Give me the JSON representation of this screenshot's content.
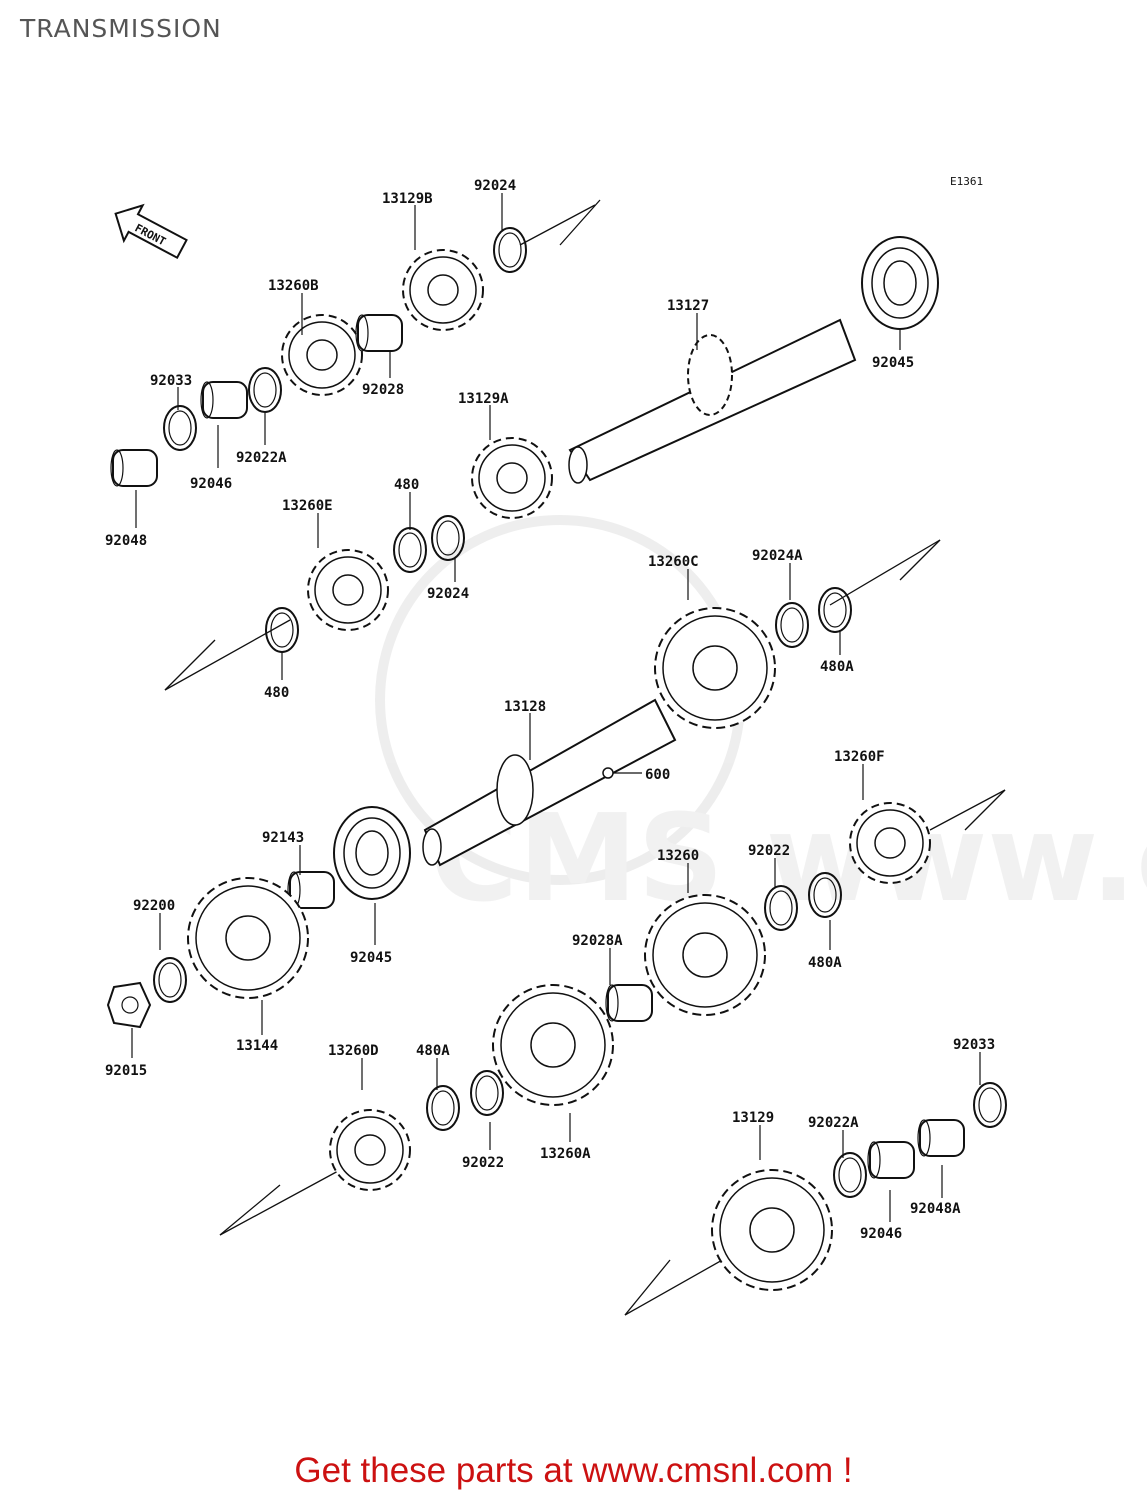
{
  "title": "TRANSMISSION",
  "diagram_code": "E1361",
  "front_label": "FRONT",
  "watermark": "CMS www.cmsnl.com",
  "footer_cta": "Get these parts at www.cmsnl.com !",
  "colors": {
    "line": "#111111",
    "cta": "#cc1111",
    "title": "#555555",
    "watermark": "#dddddd"
  },
  "parts": [
    {
      "id": "p-13129B",
      "label": "13129B"
    },
    {
      "id": "p-92024-top",
      "label": "92024"
    },
    {
      "id": "p-13260B",
      "label": "13260B"
    },
    {
      "id": "p-13127",
      "label": "13127"
    },
    {
      "id": "p-92045-top",
      "label": "92045"
    },
    {
      "id": "p-92033-top",
      "label": "92033"
    },
    {
      "id": "p-92028",
      "label": "92028"
    },
    {
      "id": "p-13129A",
      "label": "13129A"
    },
    {
      "id": "p-92022A-top",
      "label": "92022A"
    },
    {
      "id": "p-92046-top",
      "label": "92046"
    },
    {
      "id": "p-92048",
      "label": "92048"
    },
    {
      "id": "p-13260E",
      "label": "13260E"
    },
    {
      "id": "p-480-top",
      "label": "480"
    },
    {
      "id": "p-92024-mid",
      "label": "92024"
    },
    {
      "id": "p-13260C",
      "label": "13260C"
    },
    {
      "id": "p-92024A",
      "label": "92024A"
    },
    {
      "id": "p-480-low",
      "label": "480"
    },
    {
      "id": "p-480A-top",
      "label": "480A"
    },
    {
      "id": "p-13128",
      "label": "13128"
    },
    {
      "id": "p-600",
      "label": "600"
    },
    {
      "id": "p-13260F",
      "label": "13260F"
    },
    {
      "id": "p-92143",
      "label": "92143"
    },
    {
      "id": "p-13260",
      "label": "13260"
    },
    {
      "id": "p-92022-mid",
      "label": "92022"
    },
    {
      "id": "p-92200",
      "label": "92200"
    },
    {
      "id": "p-92045-mid",
      "label": "92045"
    },
    {
      "id": "p-92028A",
      "label": "92028A"
    },
    {
      "id": "p-480A-mid",
      "label": "480A"
    },
    {
      "id": "p-13144",
      "label": "13144"
    },
    {
      "id": "p-92015",
      "label": "92015"
    },
    {
      "id": "p-13260D",
      "label": "13260D"
    },
    {
      "id": "p-480A-low",
      "label": "480A"
    },
    {
      "id": "p-92033-low",
      "label": "92033"
    },
    {
      "id": "p-13129",
      "label": "13129"
    },
    {
      "id": "p-92022A-low",
      "label": "92022A"
    },
    {
      "id": "p-92022-low",
      "label": "92022"
    },
    {
      "id": "p-13260A",
      "label": "13260A"
    },
    {
      "id": "p-92046-low",
      "label": "92046"
    },
    {
      "id": "p-92048A",
      "label": "92048A"
    }
  ]
}
